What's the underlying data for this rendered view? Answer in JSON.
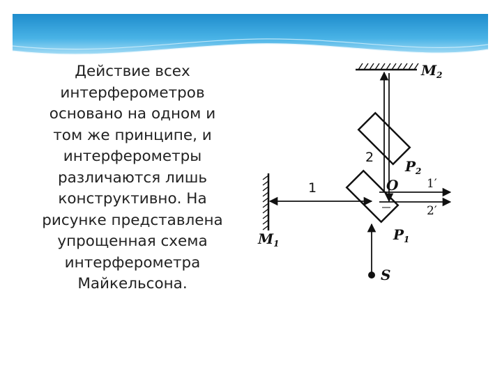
{
  "slide": {
    "text_lines": [
      "Действие всех",
      "интерферометров",
      "основано на одном и",
      "том же принципе, и",
      "интерферометры",
      "различаются лишь",
      "конструктивно. На",
      "рисунке представлена",
      "упрощенная схема",
      "интерферометра",
      "Майкельсона."
    ]
  },
  "diagram": {
    "labels": {
      "m2": "M",
      "m2_sub": "2",
      "m1": "M",
      "m1_sub": "1",
      "p2": "P",
      "p2_sub": "2",
      "p1": "P",
      "p1_sub": "1",
      "o": "O",
      "s": "S",
      "beam1": "1",
      "beam2": "2",
      "beam1p": "1′",
      "beam2p": "2′"
    }
  },
  "colors": {
    "header_blue": "#2a9ad6",
    "header_light": "#8fd3f3",
    "ink": "#111111"
  }
}
